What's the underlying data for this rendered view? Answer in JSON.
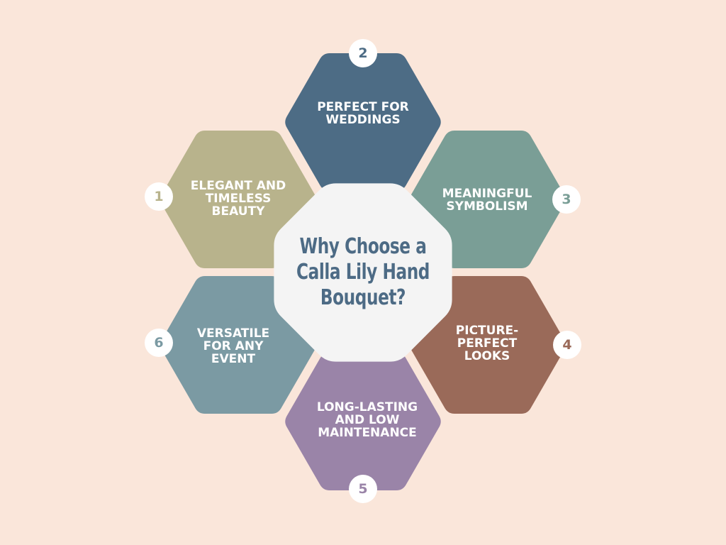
{
  "center": {
    "title": "Why Choose a Calla Lily Hand Bouquet?",
    "color": "#4d6b85",
    "fill": "#f4f4f4"
  },
  "items": [
    {
      "number": "1",
      "label": "ELEGANT AND TIMELESS BEAUTY",
      "color": "#b8b38c"
    },
    {
      "number": "2",
      "label": "PERFECT FOR WEDDINGS",
      "color": "#4d6c85"
    },
    {
      "number": "3",
      "label": "MEANINGFUL SYMBOLISM",
      "color": "#7a9e96"
    },
    {
      "number": "4",
      "label": "PICTURE-PERFECT LOOKS",
      "color": "#9a6a59"
    },
    {
      "number": "5",
      "label": "LONG-LASTING AND LOW MAINTENANCE",
      "color": "#9a84a8"
    },
    {
      "number": "6",
      "label": "VERSATILE FOR ANY EVENT",
      "color": "#7b9aa3"
    }
  ],
  "background": "#fae6da"
}
